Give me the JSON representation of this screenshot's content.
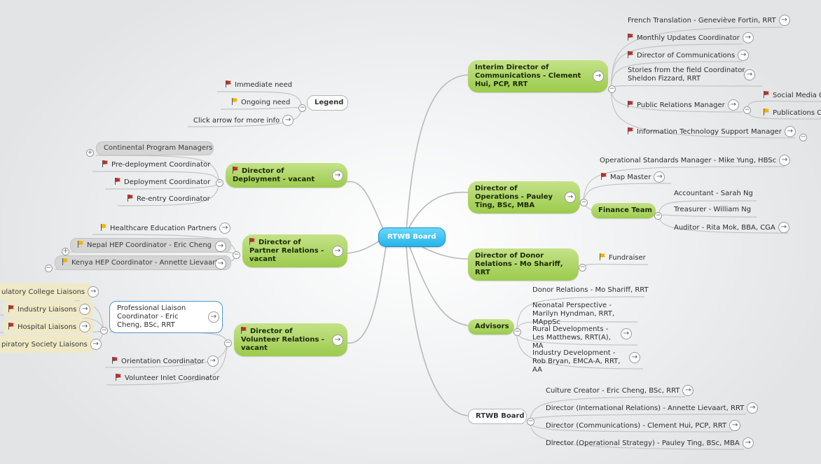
{
  "root": {
    "label": "RTWB Board"
  },
  "legend": {
    "title": "Legend",
    "items": [
      {
        "label": "Immediate need",
        "flag": "red"
      },
      {
        "label": "Ongoing need",
        "flag": "yellow"
      },
      {
        "label": "Click arrow for more info",
        "flag": null
      }
    ]
  },
  "deployment": {
    "label": "Director of Deployment - vacant",
    "children": [
      "Continental Program Managers",
      "Pre-deployment Coordinator",
      "Deployment Coordinator",
      "Re-entry Coordinator"
    ]
  },
  "partner": {
    "label": "Director of Partner Relations - vacant",
    "children": [
      "Healthcare Education Partners",
      "Nepal HEP Coordinator - Eric Cheng",
      "Kenya HEP Coordinator - Annette Lievaart"
    ]
  },
  "volunteer": {
    "label": "Director of Volunteer Relations - vacant",
    "liaison": "Professional Liaison Coordinator - Eric Cheng, BSc, RRT",
    "liaison_children": [
      "ulatory College Liaisons",
      "Industry Liaisons",
      "Hospital Liaisons",
      "piratory Society Liaisons"
    ],
    "children": [
      "Orientation Coordinator",
      "Volunteer Inlet Coordinator"
    ]
  },
  "communications": {
    "label": "Interim Director of Communications - Clement Hui, PCP, RRT",
    "children": [
      "French Translation - Geneviève Fortin, RRT",
      "Monthly Updates Coordinator",
      "Director of Communications",
      "Stories from the field Coordinator - Sheldon Fizzard, RRT",
      "Public Relations Manager",
      "Information Technology Support Manager"
    ],
    "pr_children": [
      "Social Media C",
      "Publications C"
    ]
  },
  "operations": {
    "label": "Director of Operations - Pauley Ting, BSc, MBA",
    "children": [
      "Operational Standards Manager - Mike Yung, HBSc",
      "Map Master"
    ],
    "finance": {
      "label": "Finance Team",
      "children": [
        "Accountant - Sarah Ng",
        "Treasurer - William Ng",
        "Auditor - Rita Mok, BBA, CGA"
      ]
    }
  },
  "donor": {
    "label": "Director of Donor Relations - Mo Shariff, RRT",
    "children": [
      "Fundraiser"
    ]
  },
  "advisors": {
    "label": "Advisors",
    "children": [
      "Donor Relations - Mo Shariff, RRT",
      "Neonatal Perspective - Marilyn Hyndman, RRT, MAppSc",
      "Rural Developments - Les Matthews, RRT(A), MA",
      "Industry Development - Rob Bryan, EMCA-A, RRT, AA"
    ]
  },
  "board": {
    "label": "RTWB Board",
    "children": [
      "Culture Creator - Eric Cheng, BSc, RRT",
      "Director (International Relations) - Annette Lievaart, RRT",
      "Director (Communications) - Clement Hui, PCP, RRT",
      "Director (Operational Strategy) - Pauley Ting, BSc, MBA"
    ]
  },
  "colors": {
    "root": "#25b3ea",
    "branch": "#9ccb4d",
    "line": "#b9b9b9",
    "selection": "#4a9ad8",
    "flag_red": "#b5322d",
    "flag_yellow": "#f0b400"
  }
}
